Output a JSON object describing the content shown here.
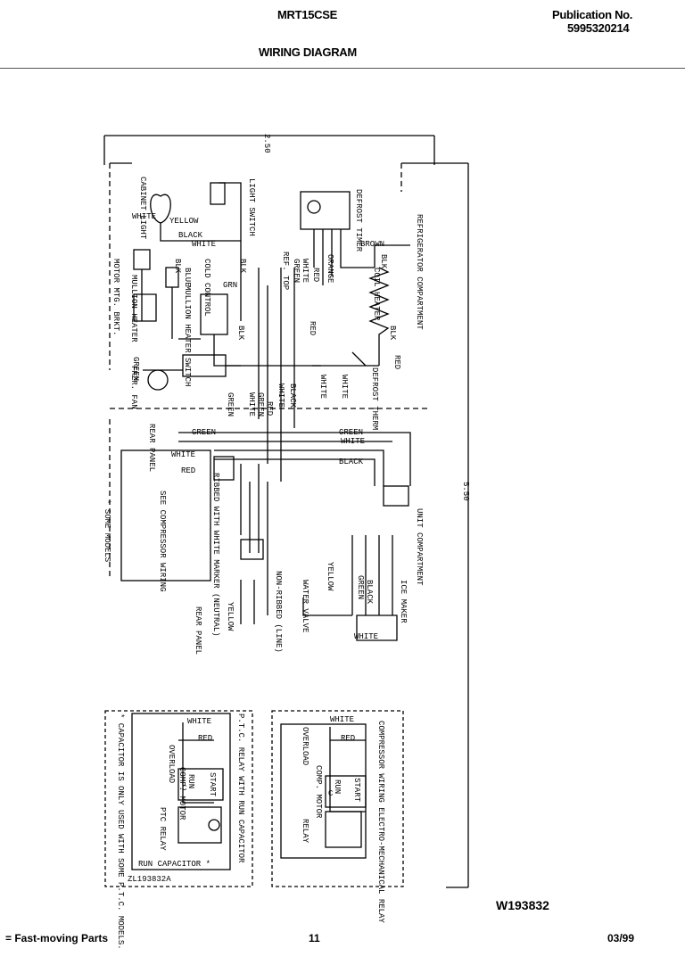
{
  "header": {
    "model": "MRT15CSE",
    "title": "WIRING DIAGRAM",
    "publication_label": "Publication No.",
    "publication_number": "5995320214"
  },
  "dimensions": {
    "width": "2.50",
    "height": "5.50"
  },
  "sections": {
    "refrigerator": "REFRIGERATOR COMPARTMENT",
    "unit": "UNIT COMPARTMENT",
    "some_models": "* SOME MODELS"
  },
  "labels": {
    "light_switch": "LIGHT SWITCH",
    "cabinet_light": "CABINET LIGHT",
    "defrost_timer": "DEFROST TIMER",
    "mullion_heater": "MULLION HEATER",
    "motor_mtg_brkt": "MOTOR MTG. BRKT.",
    "mullion_heater_switch": "MULLION HEATER SWITCH",
    "cold_control": "COLD CONTROL",
    "ref_top": "REF. TOP",
    "coil_heater": "COIL HEATER",
    "defrost_therm": "DEFROST THERM.",
    "frzr_fan": "FRZR. FAN",
    "rear_panel_top": "REAR PANEL",
    "see_compressor_wiring": "SEE COMPRESSOR WIRING",
    "ribbed_white_marker": "RIBBED WITH WHITE MARKER (NEUTRAL)",
    "non_ribbed_line": "NON-RIBBED (LINE)",
    "rear_panel_bottom": "REAR PANEL",
    "water_valve": "WATER VALVE",
    "ice_maker": "ICE MAKER"
  },
  "wires": [
    "WHITE",
    "YELLOW",
    "BLACK",
    "WHITE",
    "BROWN",
    "GREEN",
    "WHITE",
    "ORANGE",
    "RED",
    "BLK",
    "BLK",
    "BLK",
    "BLUE",
    "BLK",
    "GRN",
    "RED",
    "BLK",
    "RED",
    "WHITE",
    "GREEN",
    "BLACK",
    "GREEN",
    "RED",
    "WHITE",
    "GREEN",
    "WHITE",
    "WHITE",
    "BLACK",
    "WHITE",
    "RED",
    "GREEN",
    "GREEN",
    "YELLOW",
    "YELLOW",
    "GREEN",
    "BLACK",
    "WHITE",
    "WHITE"
  ],
  "ptc_box": {
    "title": "P.T.C. RELAY WITH RUN CAPACITOR",
    "white": "WHITE",
    "red": "RED",
    "overload": "OVERLOAD",
    "comp_motor": "COMP. MOTOR",
    "ptc_relay": "PTC RELAY",
    "start": "START",
    "run": "RUN",
    "common": "C",
    "run_capacitor": "RUN CAPACITOR *",
    "footnote": "* CAPACITOR IS ONLY USED WITH SOME P.T.C. MODELS.",
    "code": "ZL193832A"
  },
  "emr_box": {
    "title": "COMPRESSOR WIRING ELECTRO-MECHANICAL RELAY",
    "white": "WHITE",
    "red": "RED",
    "overload": "OVERLOAD",
    "comp_motor": "COMP. MOTOR",
    "relay": "RELAY",
    "start": "START",
    "run": "RUN",
    "common": "C"
  },
  "drawing_code": "W193832",
  "footer": {
    "note": "= Fast-moving Parts",
    "page": "11",
    "date": "03/99"
  }
}
